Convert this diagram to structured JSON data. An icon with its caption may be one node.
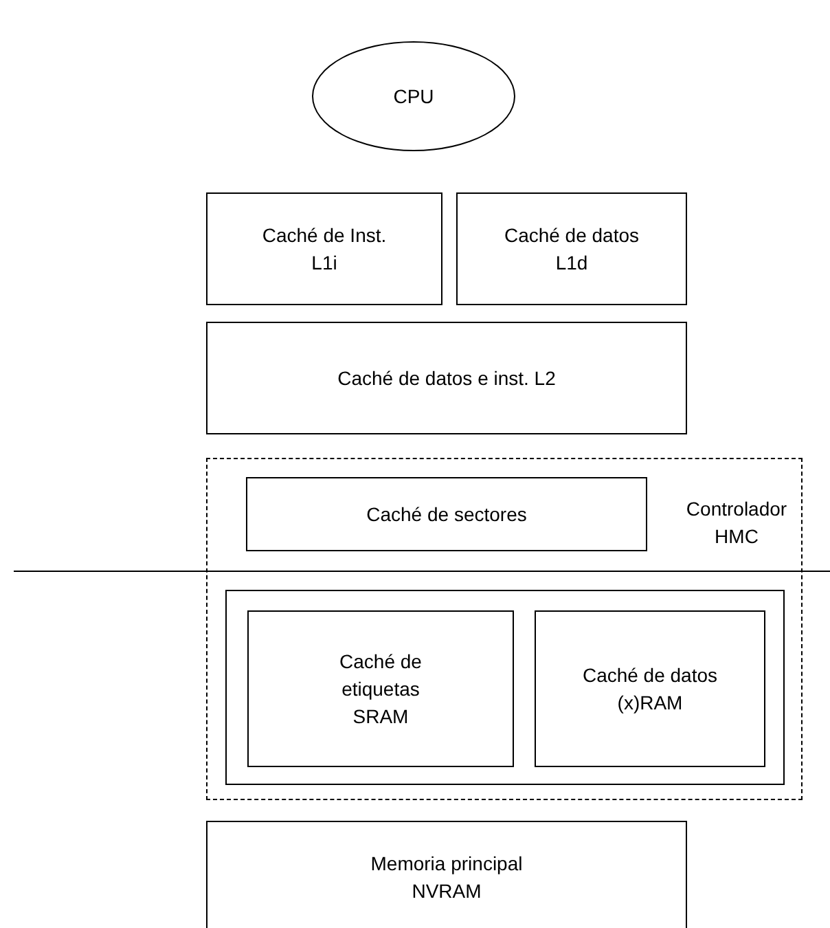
{
  "diagram": {
    "nodes": [
      {
        "text": [
          "CPU"
        ]
      },
      {
        "text": [
          "Caché de Inst. L1i"
        ]
      },
      {
        "text": [
          "Caché de datos L1d"
        ]
      },
      {
        "text": [
          "Caché de datos e inst. L2"
        ]
      },
      {
        "text": [
          "Controlador HMC"
        ]
      },
      {
        "text": [
          "Caché de sectores"
        ],
        "in": 4
      },
      {
        "text": [],
        "shape": "box",
        "in": 4
      },
      {
        "text": [
          "Caché de etiquetas SRAM"
        ],
        "in": 6
      },
      {
        "text": [
          "Caché de datos (x)RAM"
        ],
        "in": 6
      },
      {
        "text": [
          "Memoria principal NVRAM"
        ]
      }
    ]
  }
}
